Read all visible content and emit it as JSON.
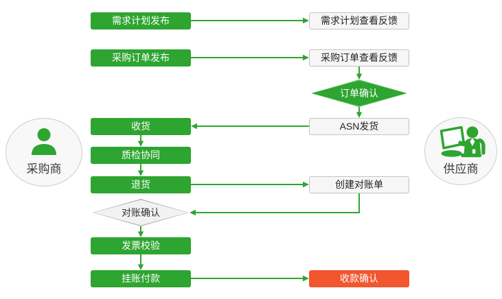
{
  "colors": {
    "green": "#2da530",
    "green_light": "#63c063",
    "red": "#f1562f",
    "gray_fill": "#f6f6f6",
    "gray_border": "#c3c3c3",
    "diamond_fill": "#f2f2f2",
    "diamond_border": "#b5b5b5",
    "circle_fill": "#f8f8f8",
    "circle_border": "#cccccc",
    "text_dark": "#3a3a3a"
  },
  "actors": {
    "buyer": {
      "label": "采购商",
      "icon": "user-icon"
    },
    "supplier": {
      "label": "供应商",
      "icon": "user-laptop-icon"
    }
  },
  "nodes": {
    "demand_plan_publish": "需求计划发布",
    "demand_plan_feedback": "需求计划查看反馈",
    "po_publish": "采购订单发布",
    "po_feedback": "采购订单查看反馈",
    "order_confirm": "订单确认",
    "receive_goods": "收货",
    "asn_ship": "ASN发货",
    "quality_check": "质检协同",
    "return_goods": "退货",
    "create_statement": "创建对账单",
    "recon_confirm": "对账确认",
    "invoice_verify": "发票校验",
    "payment": "挂账付款",
    "receipt_confirm": "收款确认"
  }
}
